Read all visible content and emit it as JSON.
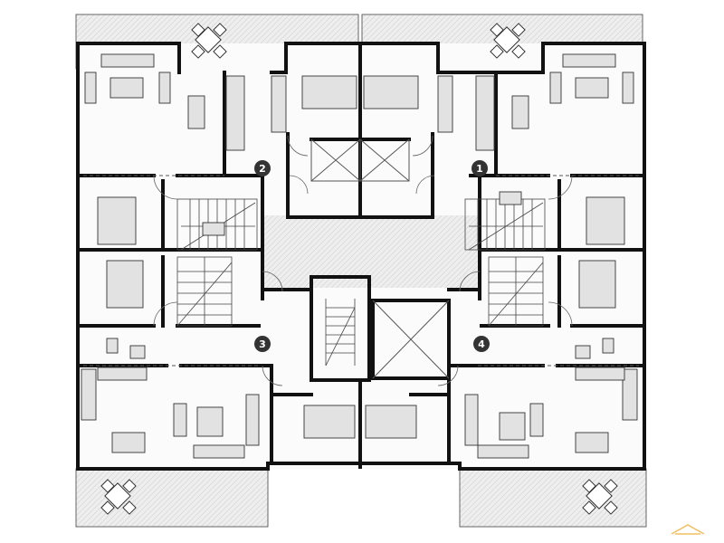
{
  "floor_plan": {
    "units": [
      {
        "id": "unit-1",
        "label": "1"
      },
      {
        "id": "unit-2",
        "label": "2"
      },
      {
        "id": "unit-3",
        "label": "3"
      },
      {
        "id": "unit-4",
        "label": "4"
      }
    ],
    "colors": {
      "wall": "#111111",
      "thin_line": "#555555",
      "terrace_fill": "#ececec",
      "furniture_fill": "#dcdcdc",
      "floor_fill": "#f7f7f7",
      "label_circle": "#333333",
      "watermark": "#f0c060"
    }
  }
}
